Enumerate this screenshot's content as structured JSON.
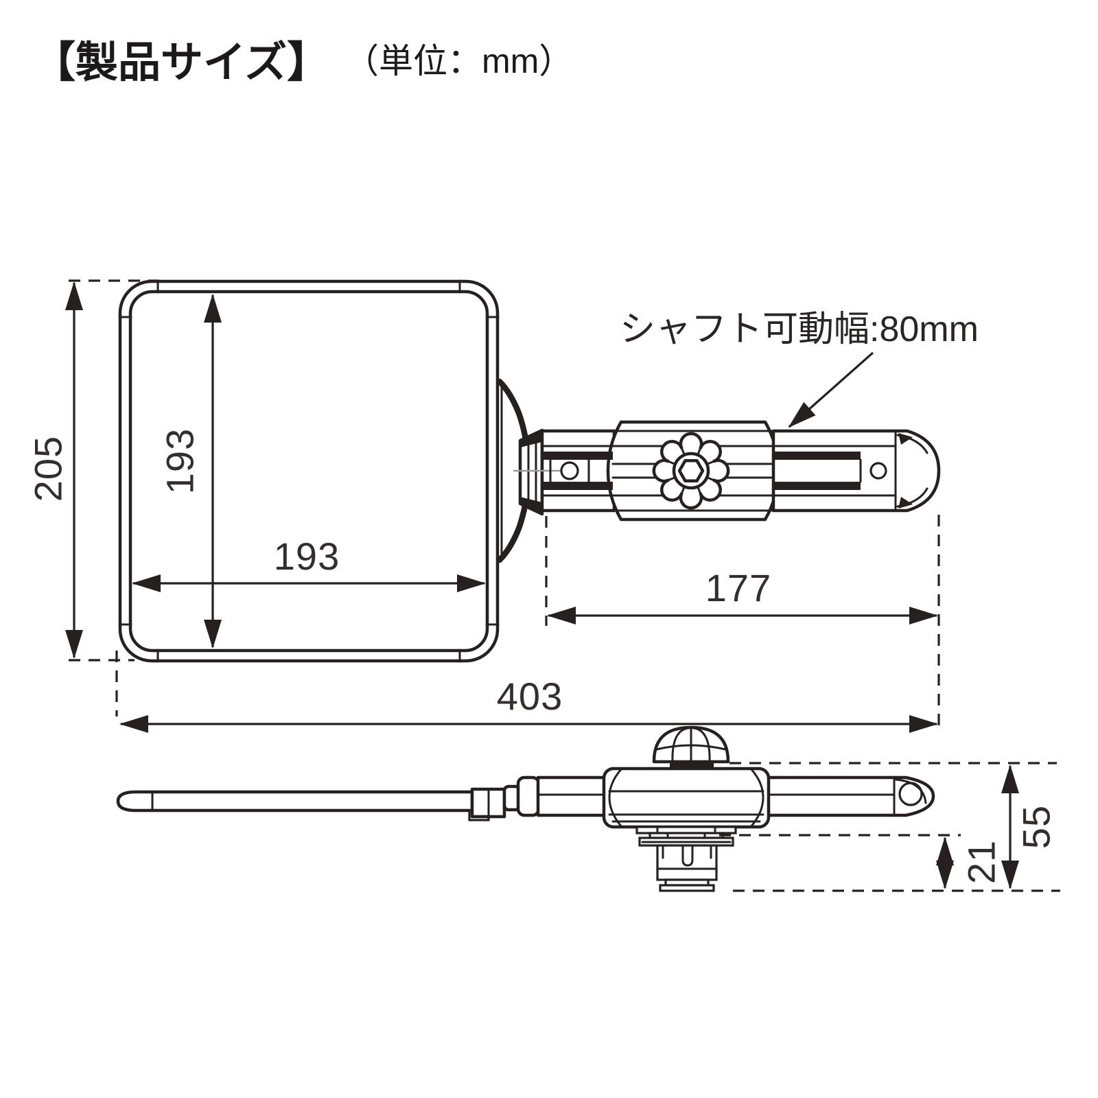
{
  "title": {
    "main": "【製品サイズ】",
    "unit": "（単位：mm）"
  },
  "annotation": {
    "shaft_range": "シャフト可動幅:80mm"
  },
  "dimensions": {
    "panel_outer_height": "205",
    "panel_inner_height": "193",
    "panel_inner_width": "193",
    "shaft_length": "177",
    "overall_length": "403",
    "body_height": "55",
    "mount_height": "21"
  },
  "colors": {
    "line": "#262021",
    "background": "#ffffff",
    "dim_text": "#332d2e",
    "centerline": "#9b9b9b"
  }
}
